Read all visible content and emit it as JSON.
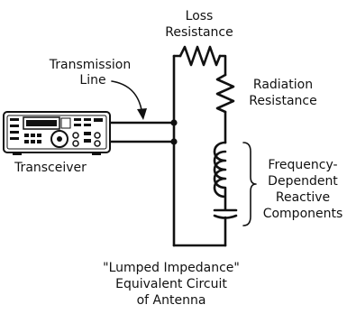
{
  "labels": {
    "loss_resistance": [
      "Loss",
      "Resistance"
    ],
    "radiation_resistance": [
      "Radiation",
      "Resistance"
    ],
    "transmission_line": [
      "Transmission",
      "Line"
    ],
    "transceiver": "Transceiver",
    "reactive_components": [
      "Frequency-",
      "Dependent",
      "Reactive",
      "Components"
    ],
    "caption": [
      "\"Lumped Impedance\"",
      "Equivalent Circuit",
      "of Antenna"
    ]
  },
  "colors": {
    "ink": "#111111",
    "background": "#ffffff"
  },
  "icons": {
    "transceiver": "transceiver-radio-icon",
    "junction": "junction-dot",
    "brace": "curly-brace"
  }
}
